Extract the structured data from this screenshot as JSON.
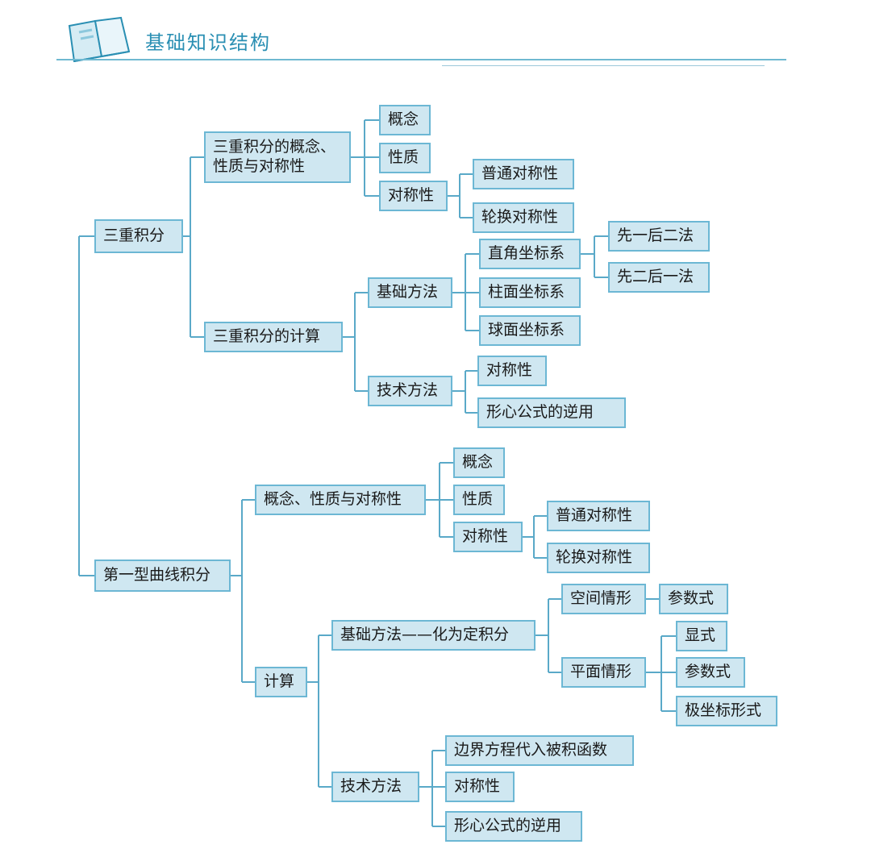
{
  "header": {
    "title": "基础知识结构",
    "icon": "open-book-icon",
    "accent_color": "#2a8fb3"
  },
  "diagram": {
    "box_fill": "#cfe7f1",
    "box_border": "#6cb7d4",
    "line_color": "#5aa9c8",
    "nodes": [
      {
        "id": "n_triple",
        "label": "三重积分"
      },
      {
        "id": "n_concept_group",
        "label": "三重积分的概念、\n性质与对称性"
      },
      {
        "id": "n_concept1",
        "label": "概念"
      },
      {
        "id": "n_prop1",
        "label": "性质"
      },
      {
        "id": "n_sym1",
        "label": "对称性"
      },
      {
        "id": "n_sym1_normal",
        "label": "普通对称性"
      },
      {
        "id": "n_sym1_rot",
        "label": "轮换对称性"
      },
      {
        "id": "n_calc1",
        "label": "三重积分的计算"
      },
      {
        "id": "n_basic1",
        "label": "基础方法"
      },
      {
        "id": "n_rect",
        "label": "直角坐标系"
      },
      {
        "id": "n_one_two",
        "label": "先一后二法"
      },
      {
        "id": "n_two_one",
        "label": "先二后一法"
      },
      {
        "id": "n_cyl",
        "label": "柱面坐标系"
      },
      {
        "id": "n_sph",
        "label": "球面坐标系"
      },
      {
        "id": "n_tech1",
        "label": "技术方法"
      },
      {
        "id": "n_tech1_sym",
        "label": "对称性"
      },
      {
        "id": "n_tech1_centroid",
        "label": "形心公式的逆用"
      },
      {
        "id": "n_curve",
        "label": "第一型曲线积分"
      },
      {
        "id": "n_concept_group2",
        "label": "概念、性质与对称性"
      },
      {
        "id": "n_concept2",
        "label": "概念"
      },
      {
        "id": "n_prop2",
        "label": "性质"
      },
      {
        "id": "n_sym2",
        "label": "对称性"
      },
      {
        "id": "n_sym2_normal",
        "label": "普通对称性"
      },
      {
        "id": "n_sym2_rot",
        "label": "轮换对称性"
      },
      {
        "id": "n_calc2",
        "label": "计算"
      },
      {
        "id": "n_basic2",
        "label": "基础方法——化为定积分"
      },
      {
        "id": "n_space",
        "label": "空间情形"
      },
      {
        "id": "n_space_param",
        "label": "参数式"
      },
      {
        "id": "n_plane",
        "label": "平面情形"
      },
      {
        "id": "n_explicit",
        "label": "显式"
      },
      {
        "id": "n_plane_param",
        "label": "参数式"
      },
      {
        "id": "n_polar",
        "label": "极坐标形式"
      },
      {
        "id": "n_tech2",
        "label": "技术方法"
      },
      {
        "id": "n_boundary",
        "label": "边界方程代入被积函数"
      },
      {
        "id": "n_tech2_sym",
        "label": "对称性"
      },
      {
        "id": "n_tech2_centroid",
        "label": "形心公式的逆用"
      }
    ],
    "edges": [
      [
        "n_triple",
        "n_concept_group"
      ],
      [
        "n_triple",
        "n_calc1"
      ],
      [
        "n_concept_group",
        "n_concept1"
      ],
      [
        "n_concept_group",
        "n_prop1"
      ],
      [
        "n_concept_group",
        "n_sym1"
      ],
      [
        "n_sym1",
        "n_sym1_normal"
      ],
      [
        "n_sym1",
        "n_sym1_rot"
      ],
      [
        "n_calc1",
        "n_basic1"
      ],
      [
        "n_calc1",
        "n_tech1"
      ],
      [
        "n_basic1",
        "n_rect"
      ],
      [
        "n_basic1",
        "n_cyl"
      ],
      [
        "n_basic1",
        "n_sph"
      ],
      [
        "n_rect",
        "n_one_two"
      ],
      [
        "n_rect",
        "n_two_one"
      ],
      [
        "n_tech1",
        "n_tech1_sym"
      ],
      [
        "n_tech1",
        "n_tech1_centroid"
      ],
      [
        "n_curve",
        "n_concept_group2"
      ],
      [
        "n_curve",
        "n_calc2"
      ],
      [
        "n_concept_group2",
        "n_concept2"
      ],
      [
        "n_concept_group2",
        "n_prop2"
      ],
      [
        "n_concept_group2",
        "n_sym2"
      ],
      [
        "n_sym2",
        "n_sym2_normal"
      ],
      [
        "n_sym2",
        "n_sym2_rot"
      ],
      [
        "n_calc2",
        "n_basic2"
      ],
      [
        "n_calc2",
        "n_tech2"
      ],
      [
        "n_basic2",
        "n_space"
      ],
      [
        "n_basic2",
        "n_plane"
      ],
      [
        "n_space",
        "n_space_param"
      ],
      [
        "n_plane",
        "n_explicit"
      ],
      [
        "n_plane",
        "n_plane_param"
      ],
      [
        "n_plane",
        "n_polar"
      ],
      [
        "n_tech2",
        "n_boundary"
      ],
      [
        "n_tech2",
        "n_tech2_sym"
      ],
      [
        "n_tech2",
        "n_tech2_centroid"
      ]
    ],
    "root_edges": [
      [
        "n_triple",
        "n_curve"
      ]
    ]
  }
}
